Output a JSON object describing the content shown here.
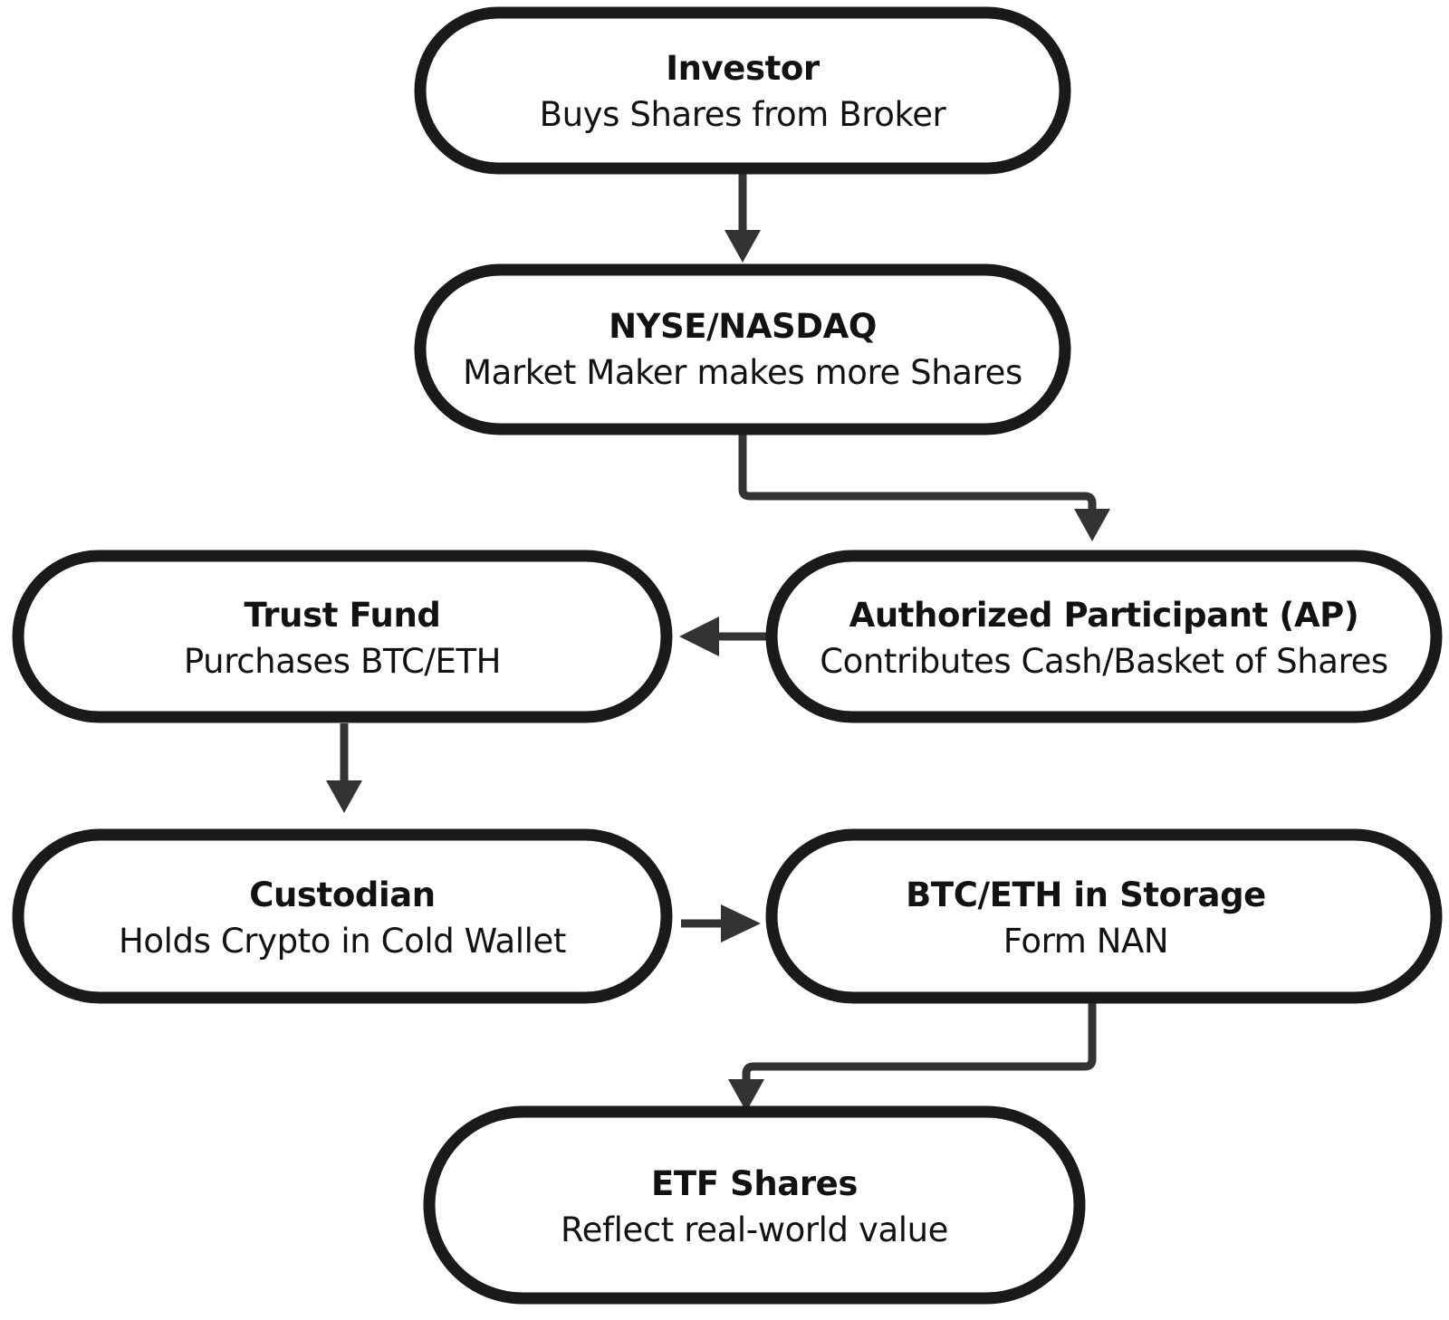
{
  "diagram": {
    "title_visible": false,
    "background_color": "#ffffff",
    "node_fill": "#ffffff",
    "node_stroke": "#1a1a1a",
    "edge_color": "#333333",
    "text_color": "#121212",
    "nodes": [
      {
        "id": "investor",
        "title": "Investor",
        "subtitle": "Buys Shares from Broker"
      },
      {
        "id": "exchange",
        "title": "NYSE/NASDAQ",
        "subtitle": "Market Maker makes more Shares"
      },
      {
        "id": "trust-fund",
        "title": "Trust Fund",
        "subtitle": "Purchases BTC/ETH"
      },
      {
        "id": "authorized-participant",
        "title": "Authorized Participant (AP)",
        "subtitle": "Contributes Cash/Basket of Shares"
      },
      {
        "id": "custodian",
        "title": "Custodian",
        "subtitle": "Holds Crypto in Cold Wallet"
      },
      {
        "id": "storage",
        "title": "BTC/ETH in Storage",
        "subtitle": "Form NAN"
      },
      {
        "id": "etf-shares",
        "title": "ETF Shares",
        "subtitle": "Reflect real-world value"
      }
    ],
    "edges": [
      {
        "id": "investor-to-exchange",
        "from": "investor",
        "to": "exchange",
        "label": ""
      },
      {
        "id": "exchange-to-ap",
        "from": "exchange",
        "to": "authorized-participant",
        "label": ""
      },
      {
        "id": "ap-to-trust-fund",
        "from": "authorized-participant",
        "to": "trust-fund",
        "label": ""
      },
      {
        "id": "trust-fund-to-custodian",
        "from": "trust-fund",
        "to": "custodian",
        "label": ""
      },
      {
        "id": "custodian-to-storage",
        "from": "custodian",
        "to": "storage",
        "label": ""
      },
      {
        "id": "storage-to-etf-shares",
        "from": "storage",
        "to": "etf-shares",
        "label": ""
      }
    ]
  }
}
